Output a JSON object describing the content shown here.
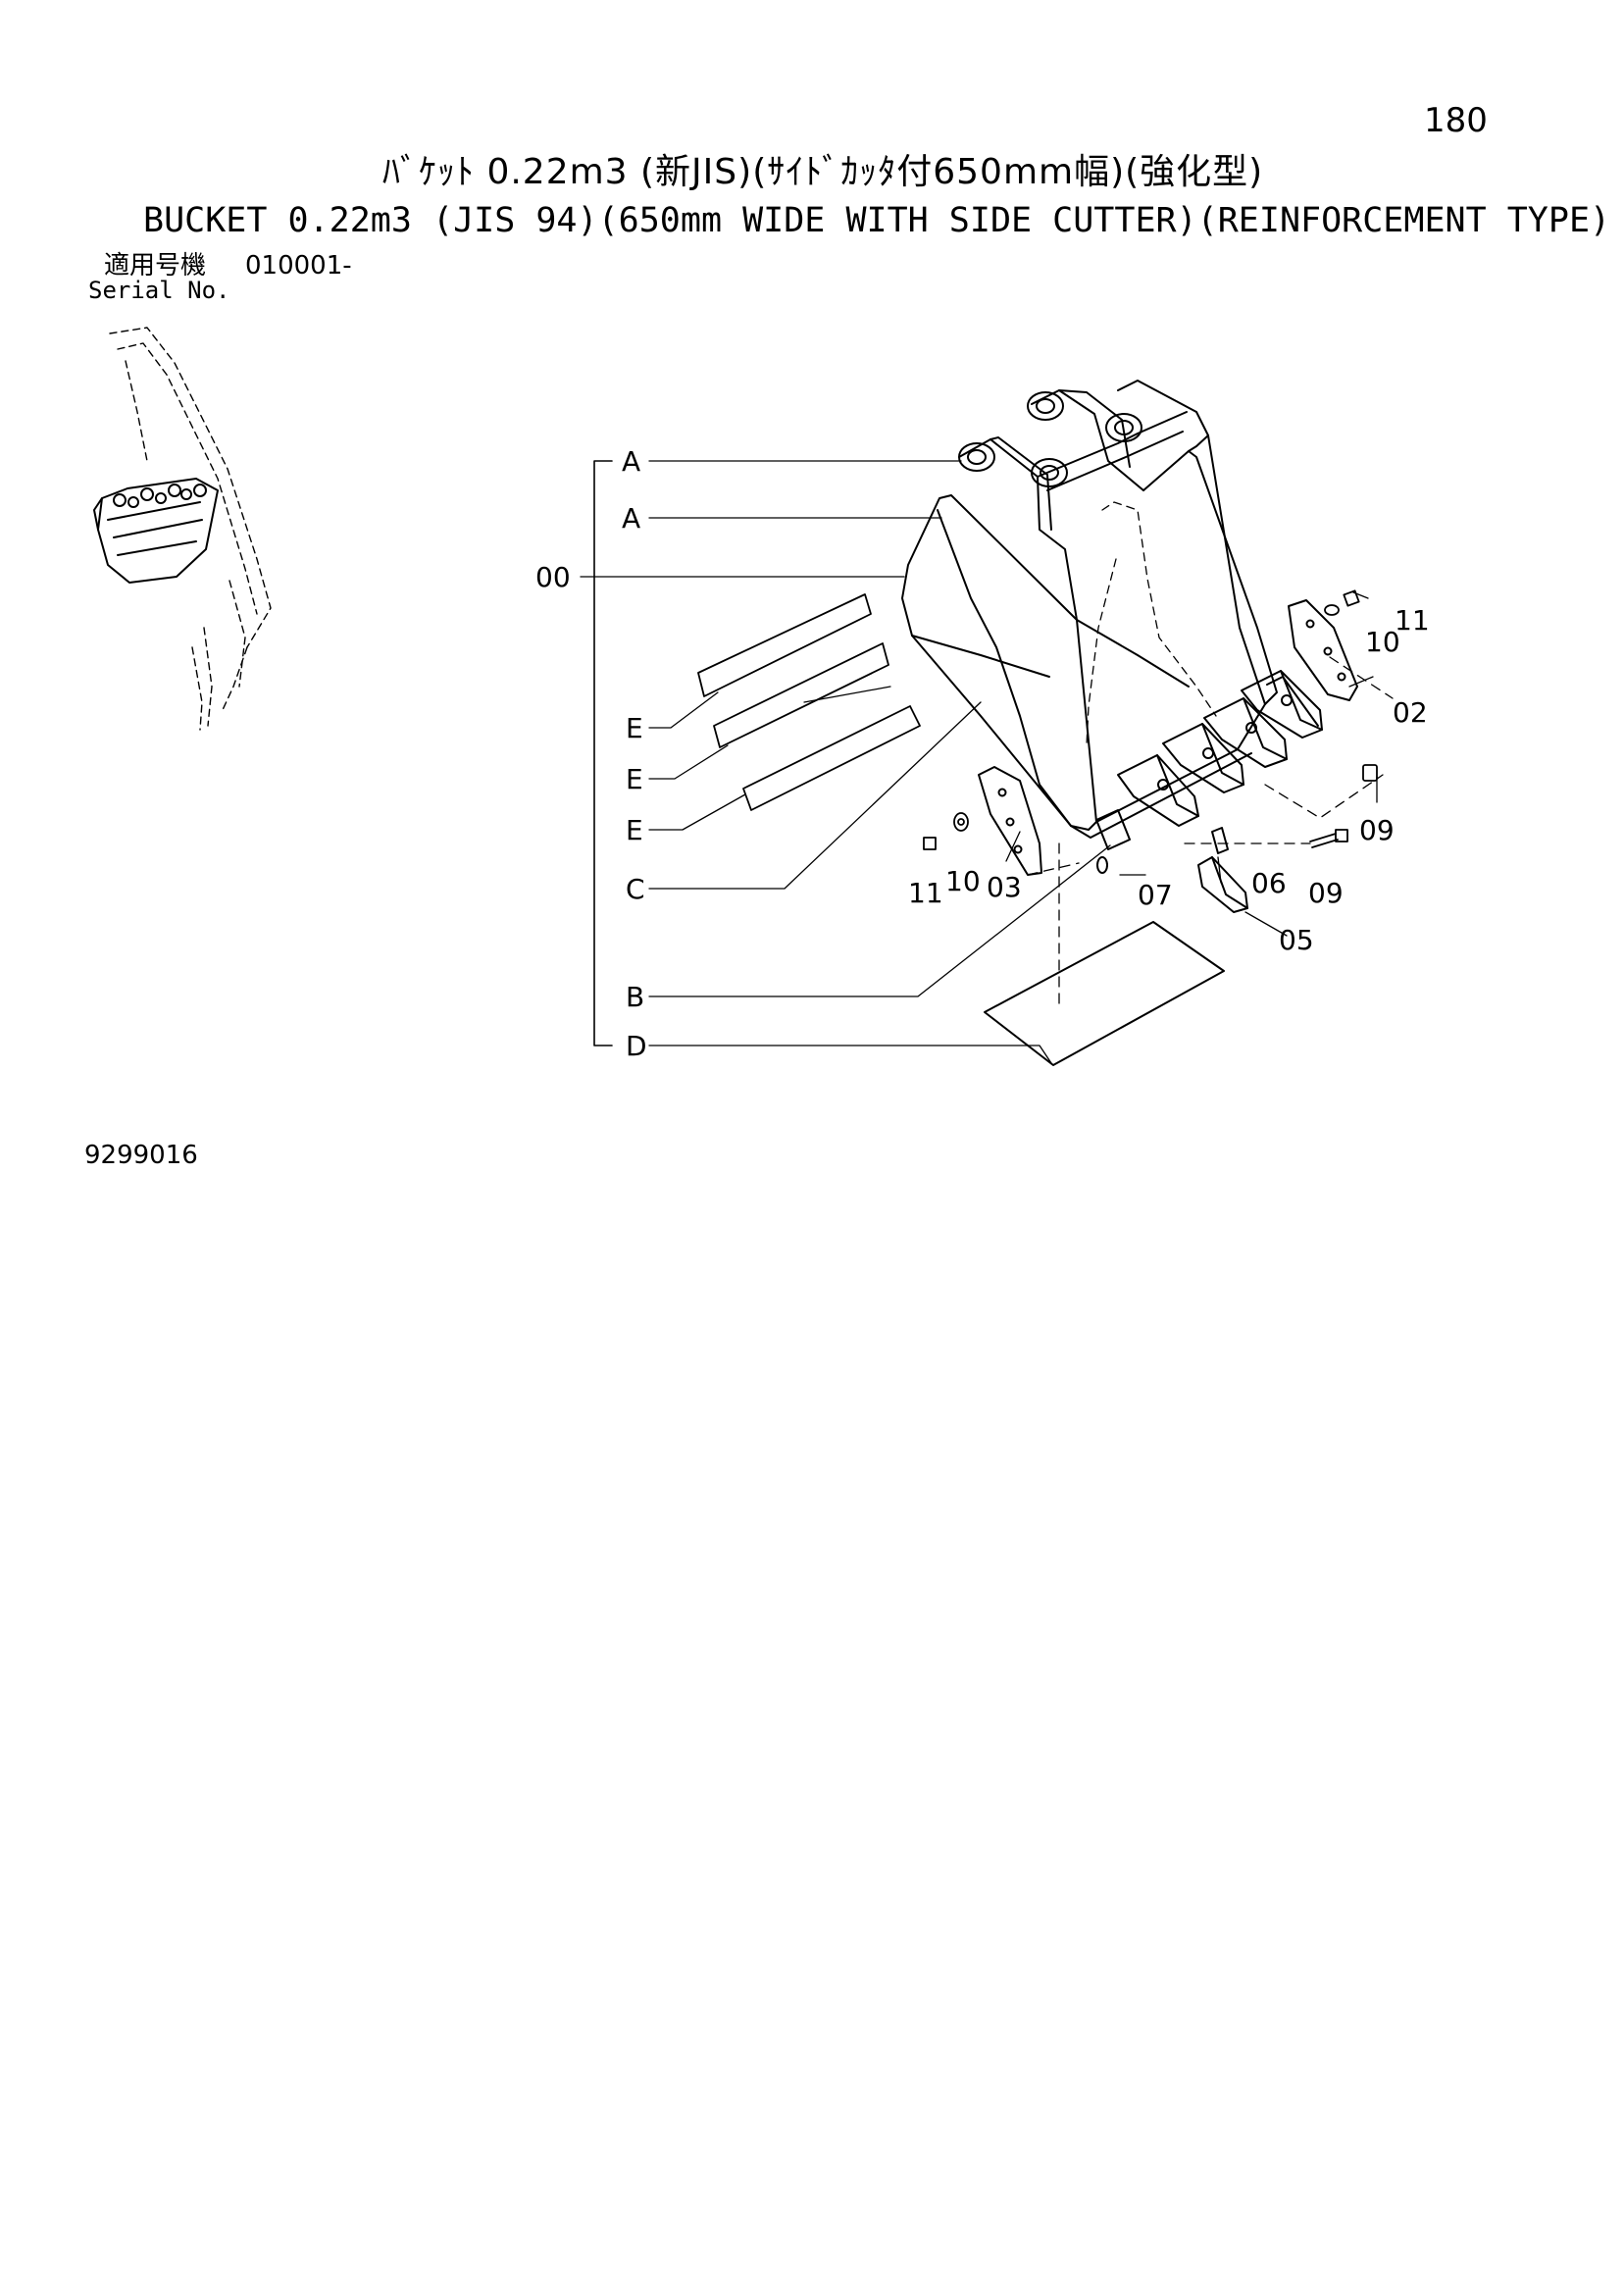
{
  "page_number": "180",
  "title_jp": "ﾊﾞｹｯﾄ 0.22m3 (新JIS)(ｻｲﾄﾞｶｯﾀ付650mm幅)(強化型)",
  "title_en": "BUCKET 0.22m3 (JIS 94)(650mm WIDE WITH SIDE CUTTER)(REINFORCEMENT TYPE)",
  "serial": {
    "label_jp": "適用号機",
    "value": "010001-",
    "label_en": "Serial No."
  },
  "drawing_number": "9299016",
  "callouts_left": {
    "a1": "A",
    "a2": "A",
    "assembly": "00",
    "e1": "E",
    "e2": "E",
    "e3": "E",
    "c": "C",
    "b": "B",
    "d": "D"
  },
  "callouts_parts": {
    "p11_right": "11",
    "p10_right": "10",
    "p02": "02",
    "p09_right": "09",
    "p11_left": "11",
    "p10_left": "10",
    "p03": "03",
    "p07": "07",
    "p06": "06",
    "p09_mid": "09",
    "p05": "05"
  }
}
